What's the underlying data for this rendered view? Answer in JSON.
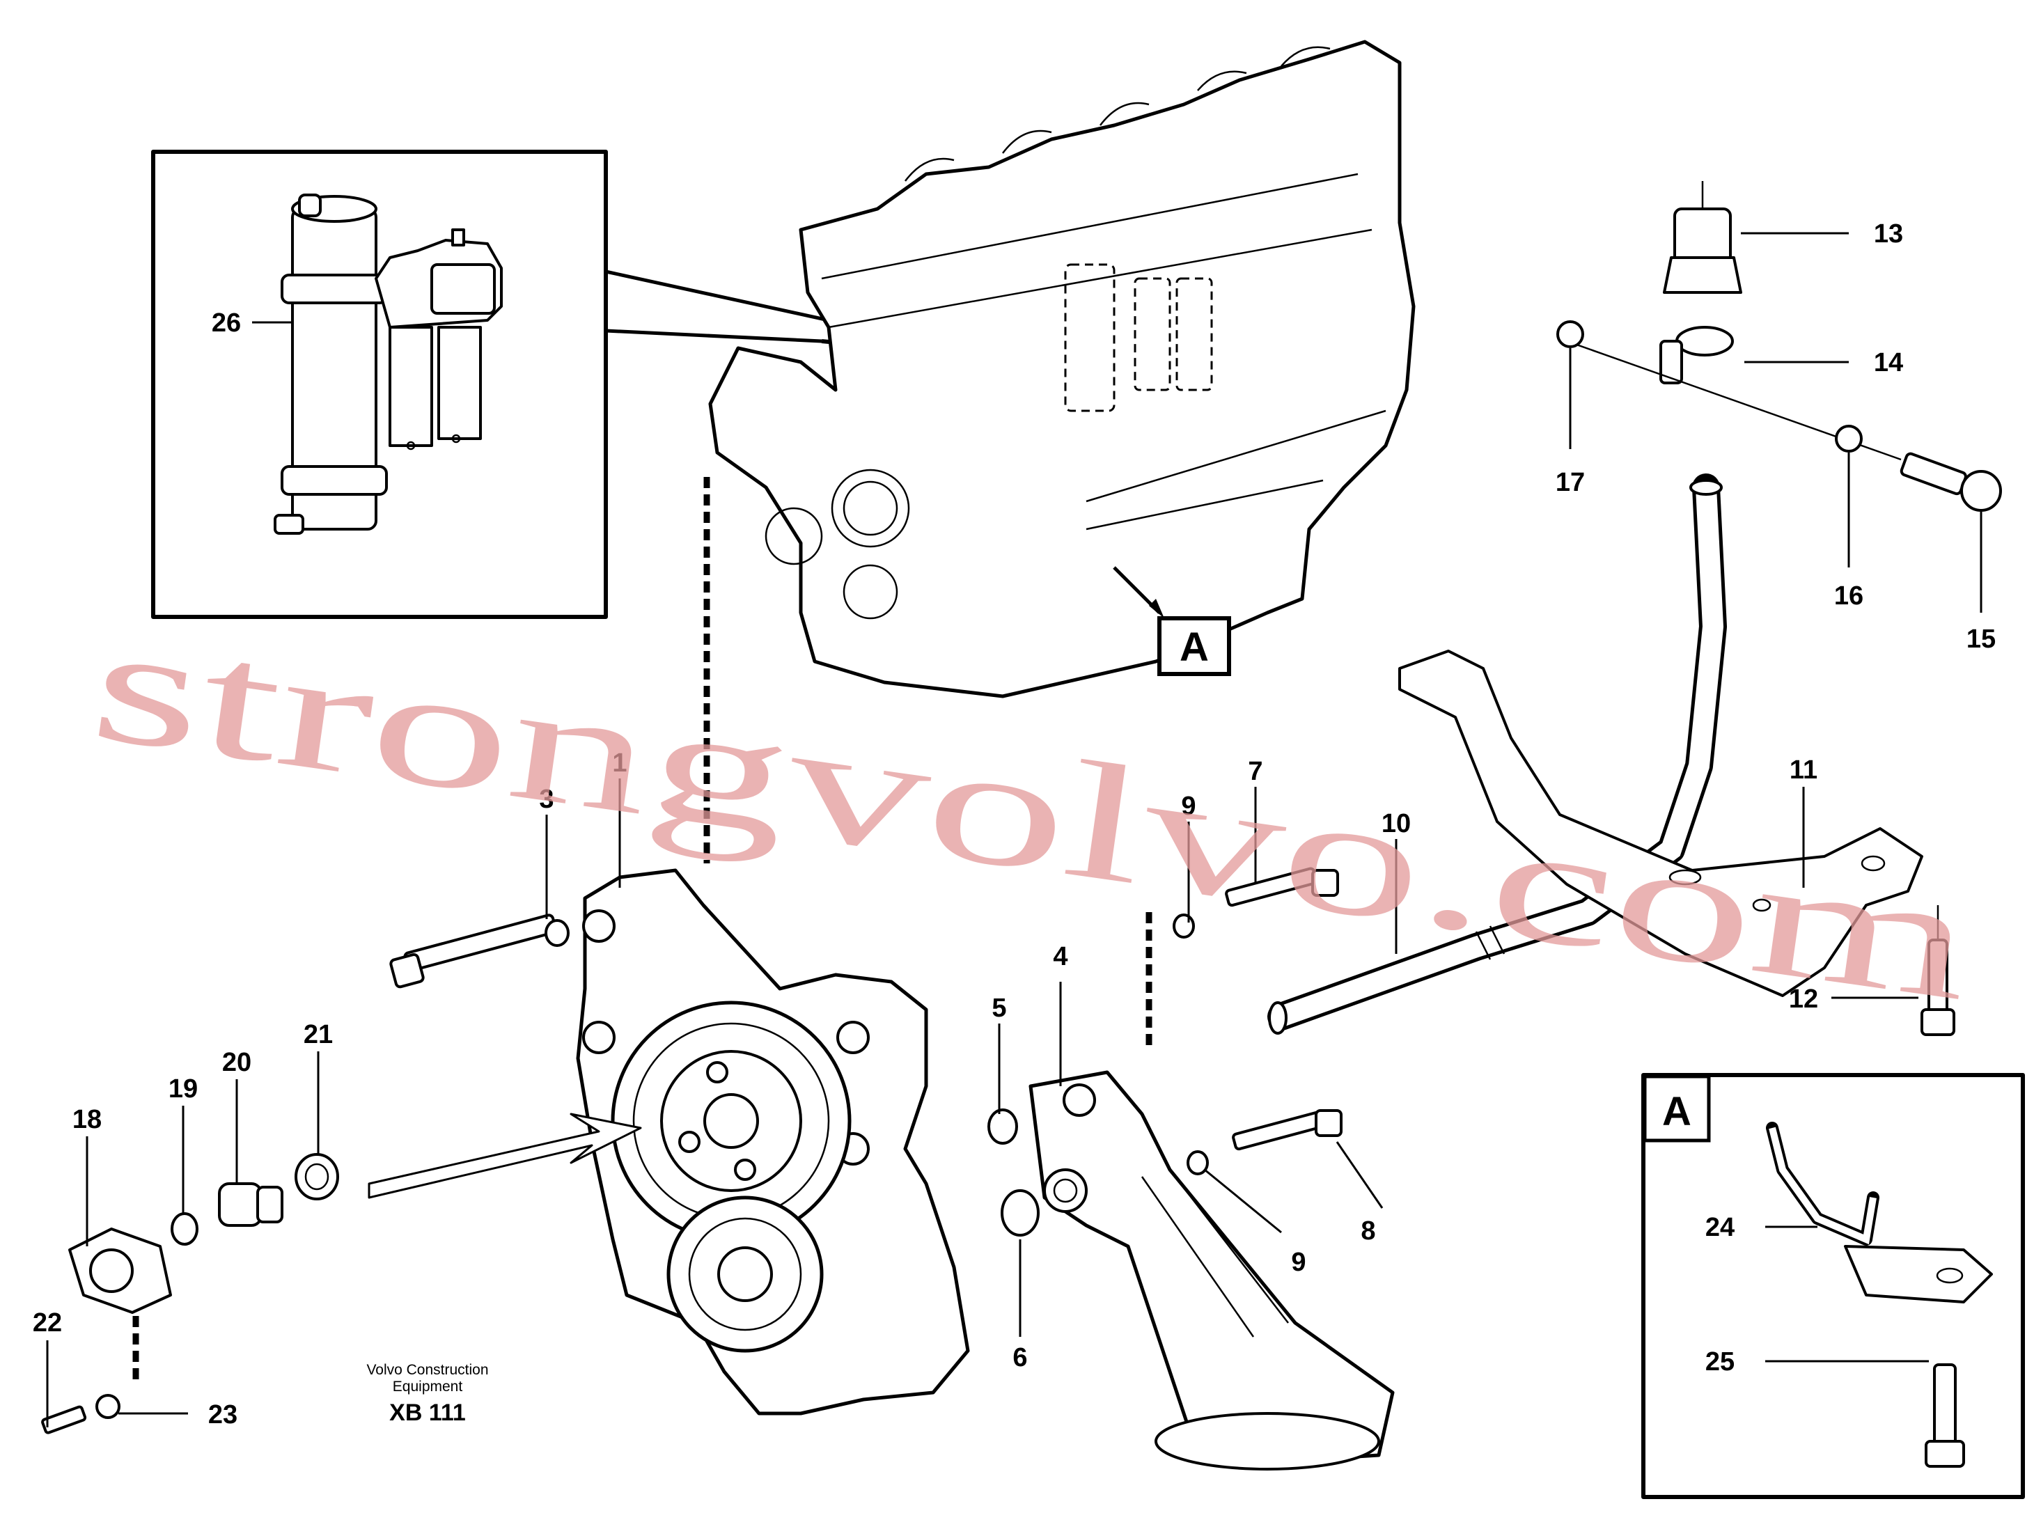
{
  "callouts": [
    "1",
    "3",
    "4",
    "5",
    "6",
    "7",
    "8",
    "9",
    "9",
    "10",
    "11",
    "12",
    "13",
    "14",
    "15",
    "16",
    "17",
    "18",
    "19",
    "20",
    "21",
    "22",
    "23",
    "24",
    "25",
    "26"
  ],
  "view_marker": "A",
  "detail_view_label": "A",
  "caption": {
    "line1": "Volvo Construction",
    "line2": "Equipment",
    "code": "XB 111"
  },
  "watermark": "strongvolvo.com"
}
